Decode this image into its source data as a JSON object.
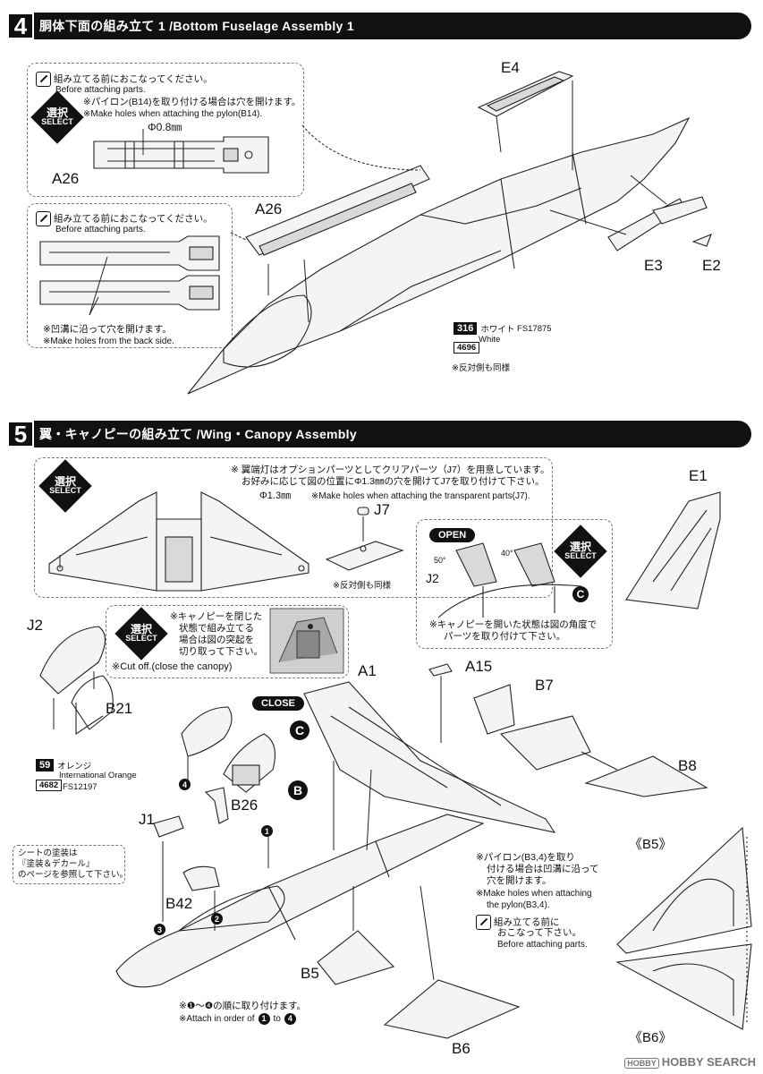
{
  "step4": {
    "number": "4",
    "title": "胴体下面の組み立て 1 /Bottom Fuselage Assembly 1",
    "box1": {
      "note_jp": "組み立てる前におこなってください。",
      "note_en": "Before attaching parts.",
      "hole_jp": "※パイロン(B14)を取り付ける場合は穴を開けます。",
      "hole_en": "※Make holes when attaching the pylon(B14).",
      "diameter": "Φ0.8㎜",
      "part": "A26"
    },
    "box2": {
      "note_jp": "組み立てる前におこなってください。",
      "note_en": "Before attaching parts.",
      "hole_jp": "※凹溝に沿って穴を開けます。",
      "hole_en": "※Make holes from the back side."
    },
    "parts": [
      "E4",
      "A26",
      "E3",
      "E2"
    ],
    "color": {
      "code": "316",
      "name_jp": "ホワイト",
      "fs": "FS17875",
      "name_en": "White",
      "ref": "4696"
    },
    "opposite_note": "※反対側も同様"
  },
  "step5": {
    "number": "5",
    "title": "翼・キャノピーの組み立て /Wing・Canopy Assembly",
    "select_jp": "選択",
    "select_en": "SELECT",
    "wingtip_note_jp1": "※ 翼端灯はオプションパーツとしてクリアパーツ（J7）を用意しています。",
    "wingtip_note_jp2": "お好みに応じて図の位置にΦ1.3㎜の穴を開けてJ7を取り付けて下さい。",
    "wingtip_diameter": "Φ1.3㎜",
    "wingtip_note_en": "※Make holes when attaching the transparent parts(J7).",
    "part_j7": "J7",
    "opposite_note": "※反対側も同様",
    "open_label": "OPEN",
    "close_label": "CLOSE",
    "angle1": "50°",
    "angle2": "40°",
    "part_j2_small": "J2",
    "canopy_open_note1": "※キャノピーを開いた状態は図の角度で",
    "canopy_open_note2": "パーツを取り付けて下さい。",
    "canopy_close_jp": [
      "※キャノピーを閉じた",
      "状態で組み立てる",
      "場合は図の突起を",
      "切り取って下さい。"
    ],
    "canopy_close_en": "※Cut off.(close the canopy)",
    "seat_note": [
      "シートの塗装は",
      "『塗装＆デカール』",
      "のページを参照して下さい。"
    ],
    "pylon_note_jp": [
      "※パイロン(B3,4)を取り",
      "付ける場合は凹溝に沿って",
      "穴を開けます。"
    ],
    "pylon_note_en": [
      "※Make holes when attaching",
      "the pylon(B3,4)."
    ],
    "before_jp": [
      "組み立てる前に",
      "おこなって下さい。"
    ],
    "before_en": "Before attaching parts.",
    "order_note_jp": "※❶～❹の順に取り付けます。",
    "order_note_en_a": "※Attach in order of",
    "order_note_en_b": "to",
    "order_from": "1",
    "order_to": "4",
    "color": {
      "code": "59",
      "name_jp": "オレンジ",
      "name_en": "International Orange",
      "fs": "FS12197",
      "ref": "4682"
    },
    "parts": {
      "e1": "E1",
      "j2": "J2",
      "b21": "B21",
      "a1": "A1",
      "a15": "A15",
      "b7": "B7",
      "b8": "B8",
      "j1": "J1",
      "b26": "B26",
      "b42": "B42",
      "b5": "B5",
      "b6": "B6",
      "b5_alt": "《B5》",
      "b6_alt": "《B6》"
    },
    "circle_c": "C",
    "circle_b": "B",
    "steps": [
      "1",
      "2",
      "3",
      "4"
    ]
  },
  "watermark": {
    "badge": "HOBBY",
    "text": "HOBBY SEARCH"
  }
}
